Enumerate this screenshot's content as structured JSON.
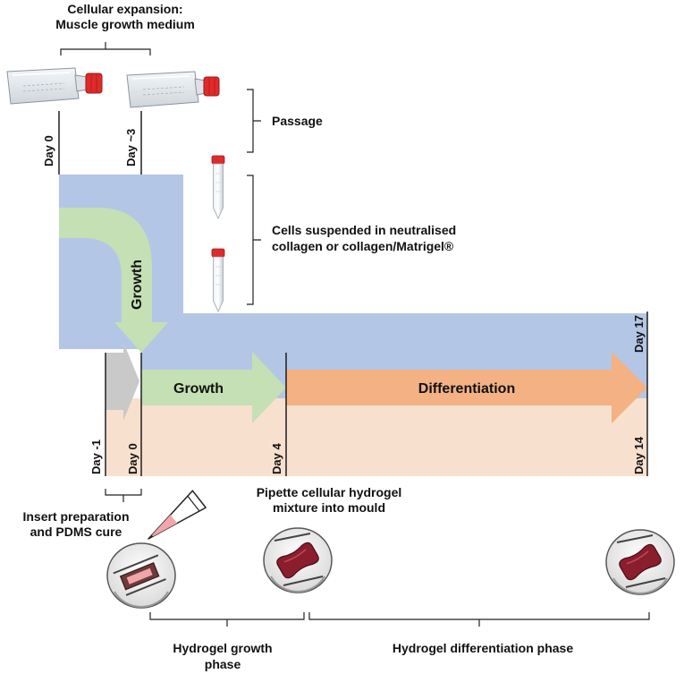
{
  "colors": {
    "expansion_band": "#b4c6e6",
    "growth_arrow": "#c4e0b4",
    "differentiation_arrow": "#f3b184",
    "differentiation_band": "#f8e0cf",
    "prep_arrow": "#c9c9c9",
    "flask_cap": "#e02a2a",
    "hydrogel": "#8b1e2c",
    "pipette_fill": "#f2a6a9"
  },
  "header": {
    "line1": "Cellular expansion:",
    "line2": "Muscle growth medium"
  },
  "labels": {
    "passage": "Passage",
    "cells_line1": "Cells suspended in neutralised",
    "cells_line2": "collagen or collagen/Matrigel®",
    "growth_curve": "Growth",
    "growth": "Growth",
    "differentiation": "Differentiation",
    "pipette_line1": "Pipette cellular hydrogel",
    "pipette_line2": "mixture into mould",
    "insert_line1": "Insert preparation",
    "insert_line2": "and PDMS cure",
    "hydrogel_growth_line1": "Hydrogel growth",
    "hydrogel_growth_line2": "phase",
    "hydrogel_diff": "Hydrogel differentiation phase"
  },
  "days": {
    "expansion_start": "Day 0",
    "expansion_passage": "Day ~3",
    "prep_start": "Day -1",
    "culture_start": "Day 0",
    "diff_start": "Day 4",
    "blue_end": "Day 17",
    "peach_end": "Day 14"
  },
  "icons": {
    "flask": "culture-flask-icon",
    "tube": "centrifuge-tube-icon",
    "pipette": "pipette-tip-icon",
    "insert_empty": "empty-insert-mould-icon",
    "insert_hydrogel": "hydrogel-insert-icon"
  }
}
